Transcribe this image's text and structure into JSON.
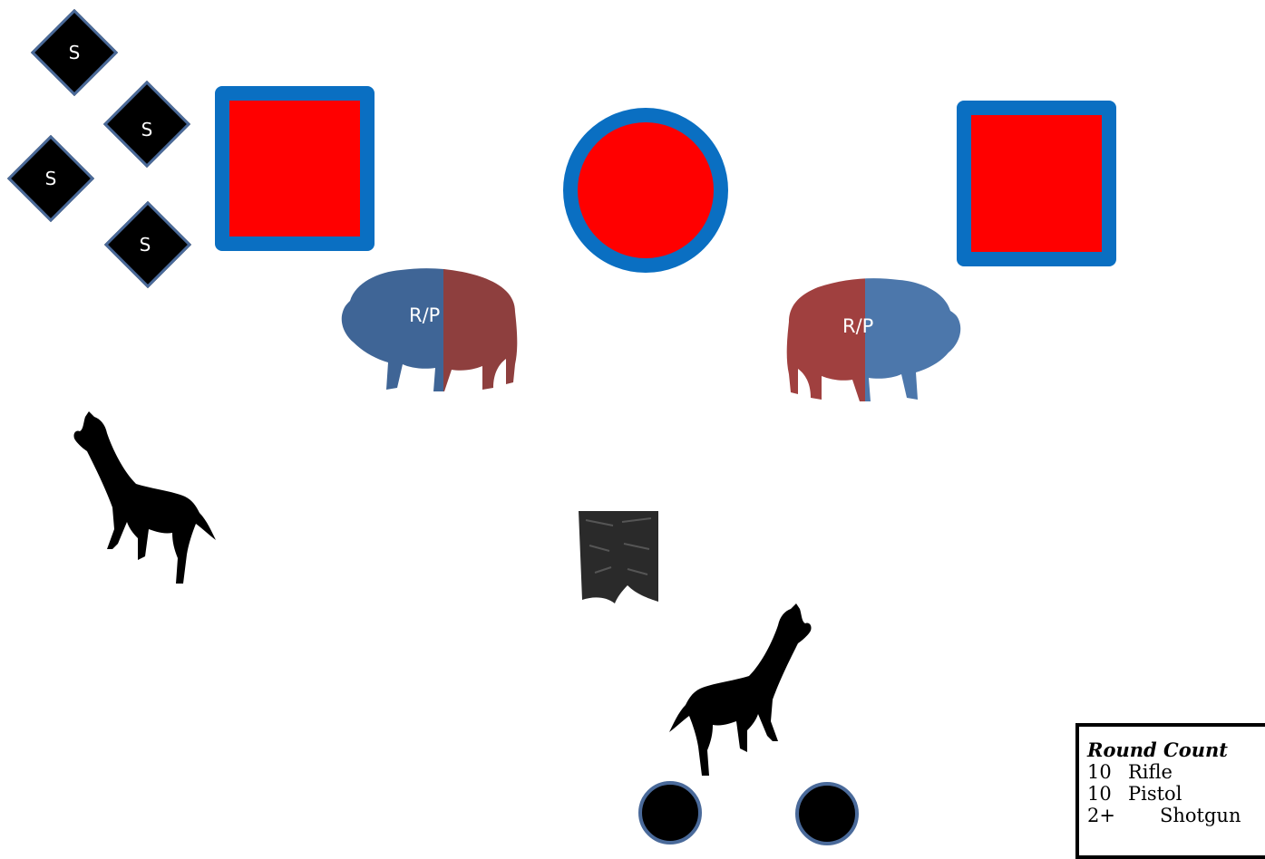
{
  "steel_plates": [
    {
      "label": "S"
    },
    {
      "label": "S"
    },
    {
      "label": "S"
    },
    {
      "label": "S"
    }
  ],
  "buffalo": [
    {
      "label": "R/P"
    },
    {
      "label": "R/P"
    }
  ],
  "round_count": {
    "title": "Round Count",
    "rows": [
      {
        "count": "10",
        "gun": "Rifle"
      },
      {
        "count": "10",
        "gun": "Pistol"
      },
      {
        "count": "2+",
        "gun": "Shotgun"
      }
    ]
  },
  "colors": {
    "target_fill": "#ff0000",
    "target_border": "#0a6fc2",
    "buffalo_blue": "#3f6596",
    "buffalo_red": "#8e3f3e"
  }
}
